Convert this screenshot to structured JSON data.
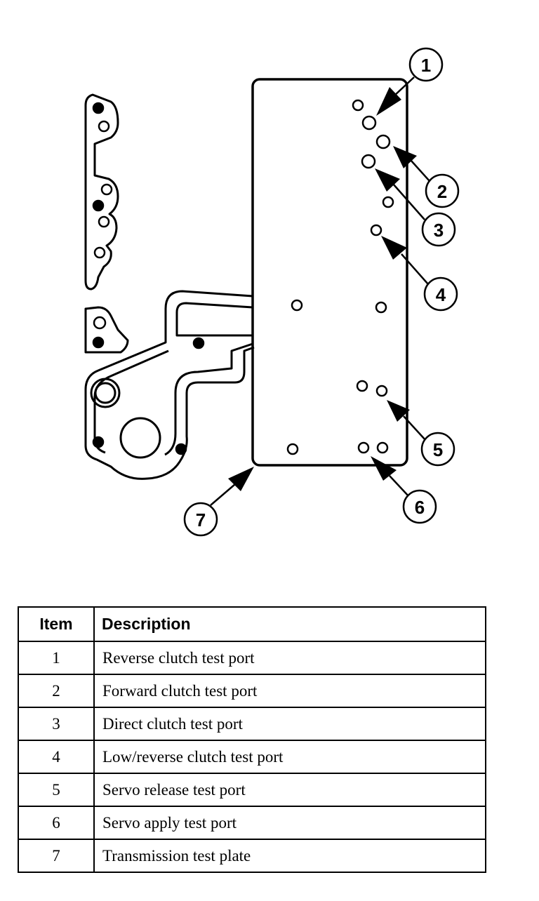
{
  "callouts": [
    {
      "label": "1"
    },
    {
      "label": "2"
    },
    {
      "label": "3"
    },
    {
      "label": "4"
    },
    {
      "label": "5"
    },
    {
      "label": "6"
    },
    {
      "label": "7"
    }
  ],
  "table": {
    "headers": {
      "item": "Item",
      "description": "Description"
    },
    "rows": [
      {
        "item": "1",
        "description": "Reverse clutch test port"
      },
      {
        "item": "2",
        "description": "Forward clutch test port"
      },
      {
        "item": "3",
        "description": "Direct clutch test port"
      },
      {
        "item": "4",
        "description": "Low/reverse clutch test port"
      },
      {
        "item": "5",
        "description": "Servo release test port"
      },
      {
        "item": "6",
        "description": "Servo apply test port"
      },
      {
        "item": "7",
        "description": "Transmission test plate"
      }
    ]
  }
}
